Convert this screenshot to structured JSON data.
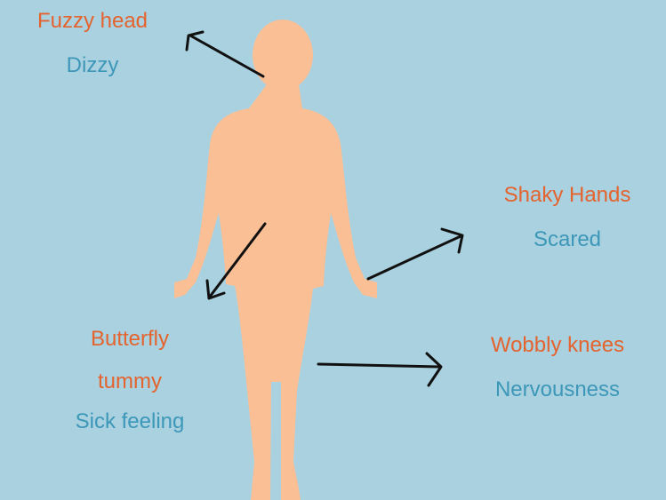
{
  "colors": {
    "background": "#a9d1df",
    "body": "#fbbf96",
    "sensation_text": "#e4632e",
    "emotion_text": "#3d97b8",
    "arrow": "#111111"
  },
  "annotations": {
    "head": {
      "sensation": "Fuzzy head",
      "emotion": "Dizzy"
    },
    "hands": {
      "sensation": "Shaky Hands",
      "emotion": "Scared"
    },
    "tummy": {
      "sensation_line1": "Butterfly",
      "sensation_line2": "tummy",
      "emotion": "Sick feeling"
    },
    "knees": {
      "sensation": "Wobbly knees",
      "emotion": "Nervousness"
    }
  }
}
